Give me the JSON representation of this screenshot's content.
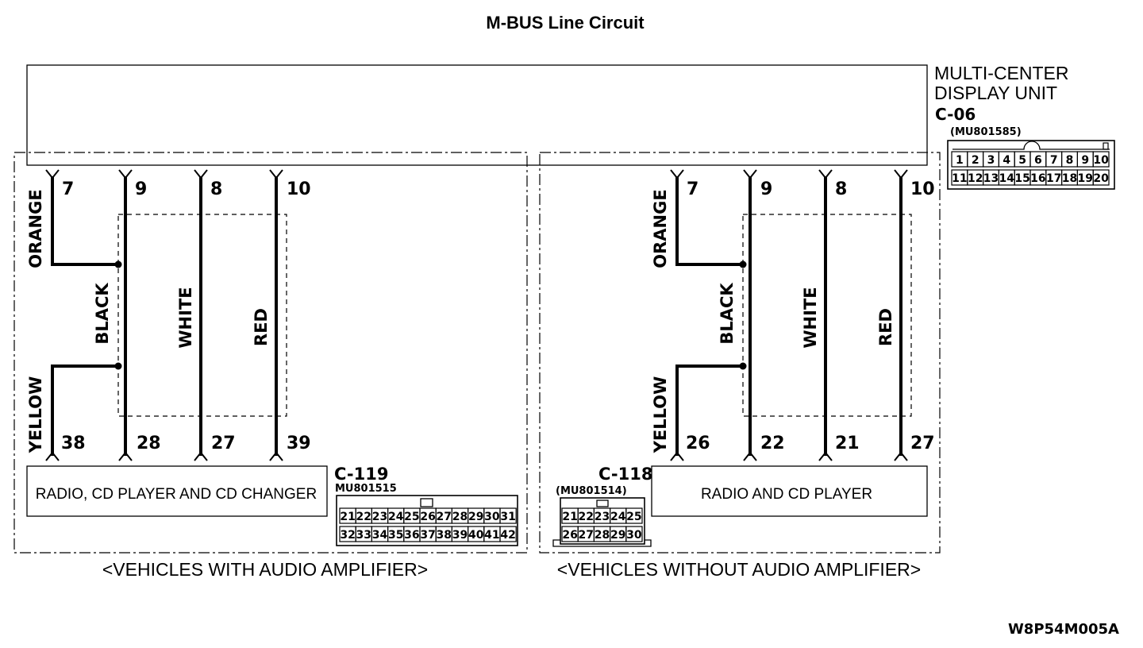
{
  "title": "M-BUS Line Circuit",
  "footer_code": "W8P54M005A",
  "display_unit": {
    "name_line1": "MULTI-CENTER",
    "name_line2": "DISPLAY UNIT",
    "connector": "C-06",
    "part_number": "(MU801585)",
    "pins_row1": [
      "1",
      "2",
      "3",
      "4",
      "5",
      "6",
      "7",
      "8",
      "9",
      "10"
    ],
    "pins_row2": [
      "11",
      "12",
      "13",
      "14",
      "15",
      "16",
      "17",
      "18",
      "19",
      "20"
    ]
  },
  "left_panel": {
    "caption": "<VEHICLES WITH AUDIO AMPLIFIER>",
    "unit_name": "RADIO, CD PLAYER AND CD CHANGER",
    "connector": "C-119",
    "part_number": "MU801515",
    "pins_row1": [
      "21",
      "22",
      "23",
      "24",
      "25",
      "26",
      "27",
      "28",
      "29",
      "30",
      "31"
    ],
    "pins_row2": [
      "32",
      "33",
      "34",
      "35",
      "36",
      "37",
      "38",
      "39",
      "40",
      "41",
      "42"
    ],
    "wires": [
      {
        "color": "ORANGE",
        "top_pin": "7"
      },
      {
        "color": "BLACK",
        "top_pin": "9",
        "bottom_pin": "28"
      },
      {
        "color": "WHITE",
        "top_pin": "8",
        "bottom_pin": "27"
      },
      {
        "color": "RED",
        "top_pin": "10",
        "bottom_pin": "39"
      },
      {
        "color": "YELLOW",
        "bottom_pin": "38"
      }
    ]
  },
  "right_panel": {
    "caption": "<VEHICLES WITHOUT AUDIO AMPLIFIER>",
    "unit_name": "RADIO AND CD PLAYER",
    "connector": "C-118",
    "part_number": "(MU801514)",
    "pins_row1": [
      "21",
      "22",
      "23",
      "24",
      "25"
    ],
    "pins_row2": [
      "26",
      "27",
      "28",
      "29",
      "30"
    ],
    "wires": [
      {
        "color": "ORANGE",
        "top_pin": "7"
      },
      {
        "color": "BLACK",
        "top_pin": "9",
        "bottom_pin": "22"
      },
      {
        "color": "WHITE",
        "top_pin": "8",
        "bottom_pin": "21"
      },
      {
        "color": "RED",
        "top_pin": "10",
        "bottom_pin": "27"
      },
      {
        "color": "YELLOW",
        "bottom_pin": "26"
      }
    ]
  }
}
